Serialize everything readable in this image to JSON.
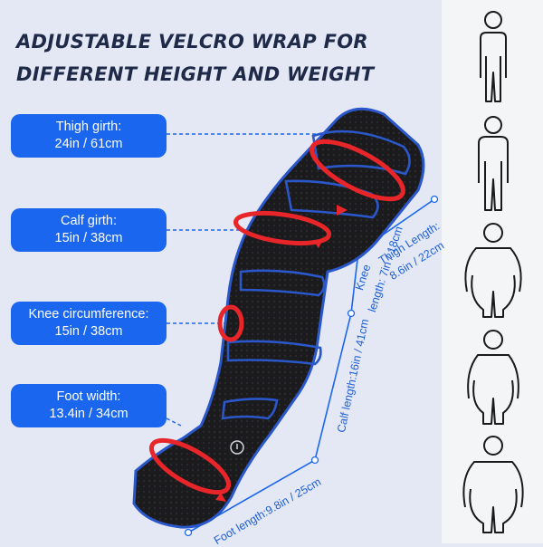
{
  "title": {
    "line1": "ADJUSTABLE VELCRO WRAP FOR",
    "line2": "DIFFERENT HEIGHT AND WEIGHT"
  },
  "labels": [
    {
      "name": "Thigh girth:",
      "value": "24in / 61cm"
    },
    {
      "name": "Calf girth:",
      "value": "15in / 38cm"
    },
    {
      "name": "Knee circumference:",
      "value": "15in / 38cm"
    },
    {
      "name": "Foot width:",
      "value": "13.4in / 34cm"
    }
  ],
  "lengths": {
    "thigh": "Thigh Length:",
    "thigh_value": "8.6in / 22cm",
    "knee": "Knee",
    "knee_value": "length: 7in / 18cm",
    "calf": "Calf length:16in / 41cm",
    "foot": "Foot length:9.8in / 25cm"
  },
  "colors": {
    "accent": "#1a66ee",
    "background": "#e4e8f5",
    "panel": "#f4f5f7"
  },
  "icons": [
    "slim-person-icon",
    "average-person-icon",
    "plus-size-person-icon",
    "heavy-person-icon",
    "large-person-icon"
  ]
}
